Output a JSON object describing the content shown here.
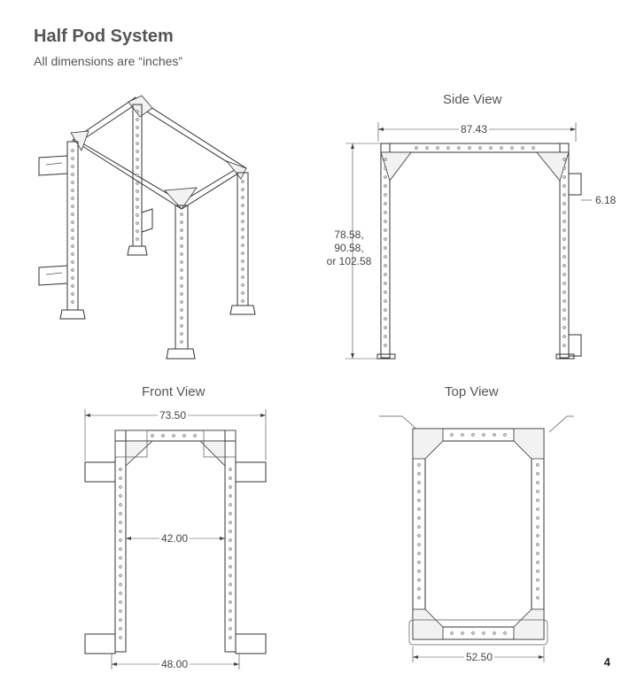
{
  "header": {
    "title": "Half Pod System",
    "subtitle": "All dimensions are “inches”"
  },
  "views": {
    "side": {
      "label": "Side View",
      "width": "87.43",
      "height_line1": "78.58,",
      "height_line2": "90.58,",
      "height_line3": "or 102.58",
      "attachment": "6.18"
    },
    "front": {
      "label": "Front View",
      "outer_width": "73.50",
      "inner_width": "42.00",
      "base_width": "48.00"
    },
    "top": {
      "label": "Top View",
      "width": "52.50"
    }
  },
  "footer": {
    "page_number": "4"
  }
}
